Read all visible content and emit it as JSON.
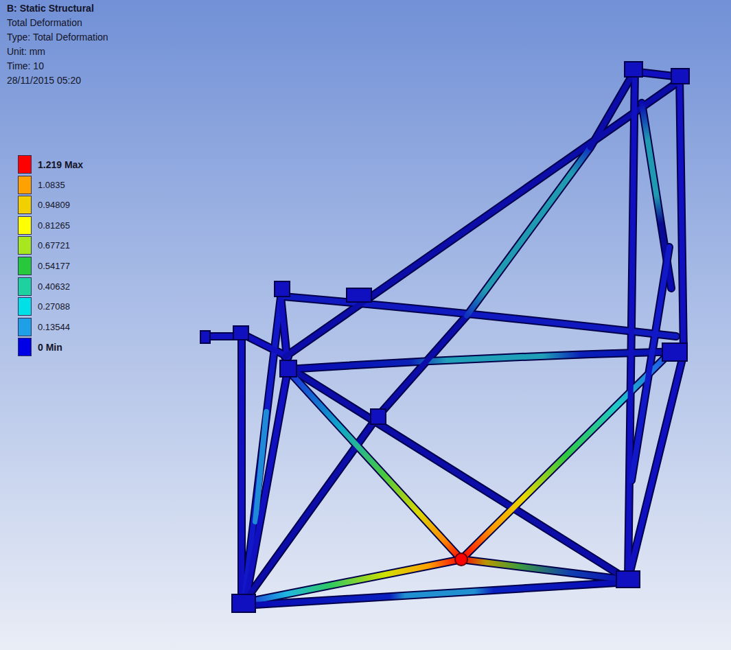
{
  "diagram": {
    "title": "B: Static Structural",
    "labels": [
      "Total Deformation",
      "Type: Total Deformation",
      "Unit: mm",
      "Time: 10",
      "28/11/2015 05:20"
    ],
    "legend": [
      {
        "text": "1.219 Max",
        "color": "#ff0000"
      },
      {
        "text": "1.0835",
        "color": "#ffa200"
      },
      {
        "text": "0.94809",
        "color": "#f2d000"
      },
      {
        "text": "0.81265",
        "color": "#ffff00"
      },
      {
        "text": "0.67721",
        "color": "#a8e61e"
      },
      {
        "text": "0.54177",
        "color": "#28c83c"
      },
      {
        "text": "0.40632",
        "color": "#1ed2a0"
      },
      {
        "text": "0.27088",
        "color": "#00e0e6"
      },
      {
        "text": "0.13544",
        "color": "#1ea0e6"
      },
      {
        "text": "0 Min",
        "color": "#0000e6"
      }
    ]
  }
}
